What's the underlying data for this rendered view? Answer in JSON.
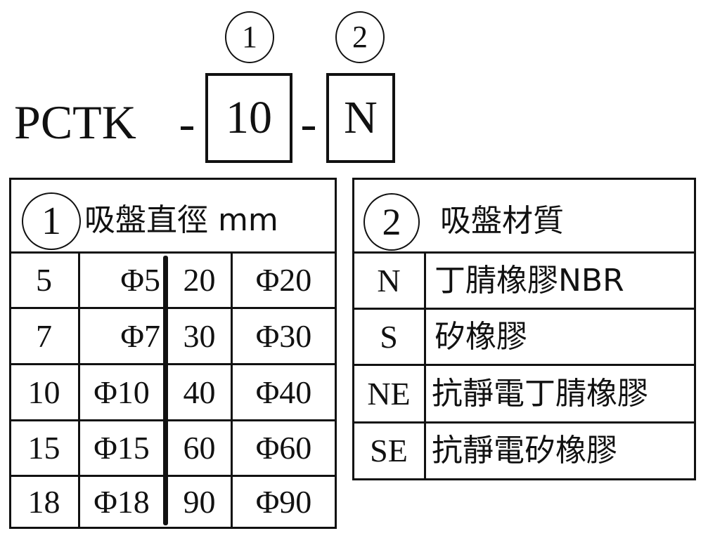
{
  "model_code": {
    "prefix": "PCTK",
    "separator": "-",
    "part1": {
      "marker": "1",
      "value": "10"
    },
    "part2": {
      "marker": "2",
      "value": "N"
    }
  },
  "diameter_table": {
    "marker": "1",
    "title": "吸盤直徑 mm",
    "rows": [
      {
        "code_a": "5",
        "dia_a": "Φ5",
        "code_b": "20",
        "dia_b": "Φ20"
      },
      {
        "code_a": "7",
        "dia_a": "Φ7",
        "code_b": "30",
        "dia_b": "Φ30"
      },
      {
        "code_a": "10",
        "dia_a": "Φ10",
        "code_b": "40",
        "dia_b": "Φ40"
      },
      {
        "code_a": "15",
        "dia_a": "Φ15",
        "code_b": "60",
        "dia_b": "Φ60"
      },
      {
        "code_a": "18",
        "dia_a": "Φ18",
        "code_b": "90",
        "dia_b": "Φ90"
      }
    ]
  },
  "material_table": {
    "marker": "2",
    "title": "吸盤材質",
    "rows": [
      {
        "code": "N",
        "material": "丁腈橡膠NBR"
      },
      {
        "code": "S",
        "material": "矽橡膠"
      },
      {
        "code": "NE",
        "material": "抗靜電丁腈橡膠"
      },
      {
        "code": "SE",
        "material": "抗靜電矽橡膠"
      }
    ]
  }
}
